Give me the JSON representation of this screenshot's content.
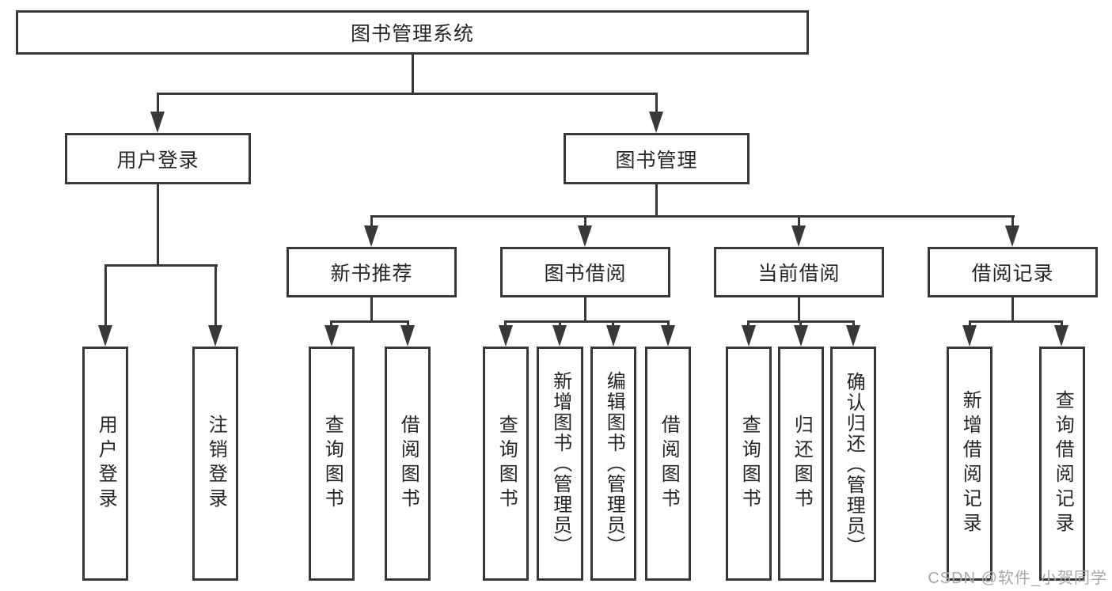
{
  "colors": {
    "line": "#383838",
    "box_border": "#383838",
    "text": "#262626",
    "watermark": "#a8a8a8",
    "background": "#ffffff"
  },
  "tree": {
    "root": "图书管理系统",
    "branches": [
      {
        "label": "用户登录",
        "children": [
          "用户登录",
          "注销登录"
        ]
      },
      {
        "label": "图书管理",
        "sections": [
          {
            "label": "新书推荐",
            "children": [
              "查询图书",
              "借阅图书"
            ]
          },
          {
            "label": "图书借阅",
            "children": [
              "查询图书",
              "新增图书（管理员）",
              "编辑图书（管理员）",
              "借阅图书"
            ]
          },
          {
            "label": "当前借阅",
            "children": [
              "查询图书",
              "归还图书",
              "确认归还（管理员）"
            ]
          },
          {
            "label": "借阅记录",
            "children": [
              "新增借阅记录",
              "查询借阅记录"
            ]
          }
        ]
      }
    ]
  },
  "watermark": {
    "text": "CSDN @软件_小贺同学"
  }
}
